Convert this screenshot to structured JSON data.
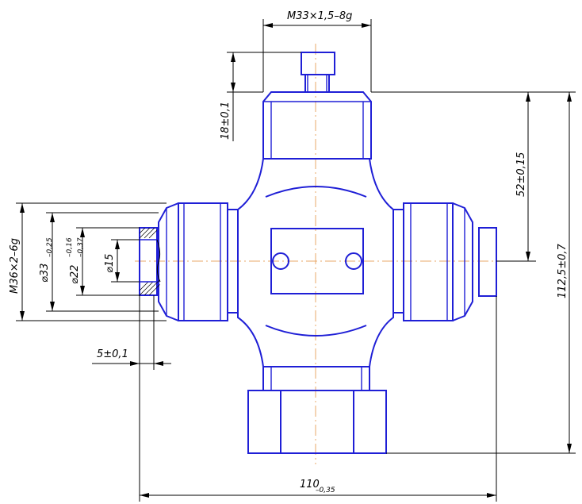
{
  "drawing": {
    "colors": {
      "part_lines": "#1f1fd6",
      "dimension_lines": "#000000",
      "center_lines": "#e8a86a",
      "background": "#ffffff"
    },
    "dimensions": {
      "top_thread": "M33×1,5–8g",
      "top_length": "18±0,1",
      "side_offset": "52±0,15",
      "total_height": "112,5±0,7",
      "left_thread": "M36×2–6g",
      "dia33_main": "⌀33",
      "dia33_tol": "–0,25",
      "dia22_main": "⌀22",
      "dia22_tol_upper": "–0,16",
      "dia22_tol_lower": "–0,37",
      "dia15": "⌀15",
      "shoulder": "5±0,1",
      "width_main": "110",
      "width_tol": "–0,35"
    }
  }
}
